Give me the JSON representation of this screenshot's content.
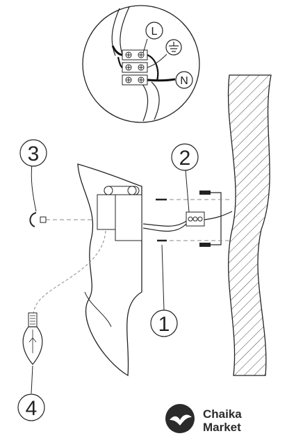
{
  "diagram": {
    "terminals": {
      "live": "L",
      "neutral": "N"
    },
    "callouts": [
      "1",
      "2",
      "3",
      "4"
    ]
  },
  "brand": {
    "line1": "Chaika",
    "line2": "Market",
    "logo_icon": "chaika-bird-logo-icon"
  },
  "colors": {
    "ink": "#222222",
    "hatch": "#444444",
    "dashed": "#888888"
  }
}
